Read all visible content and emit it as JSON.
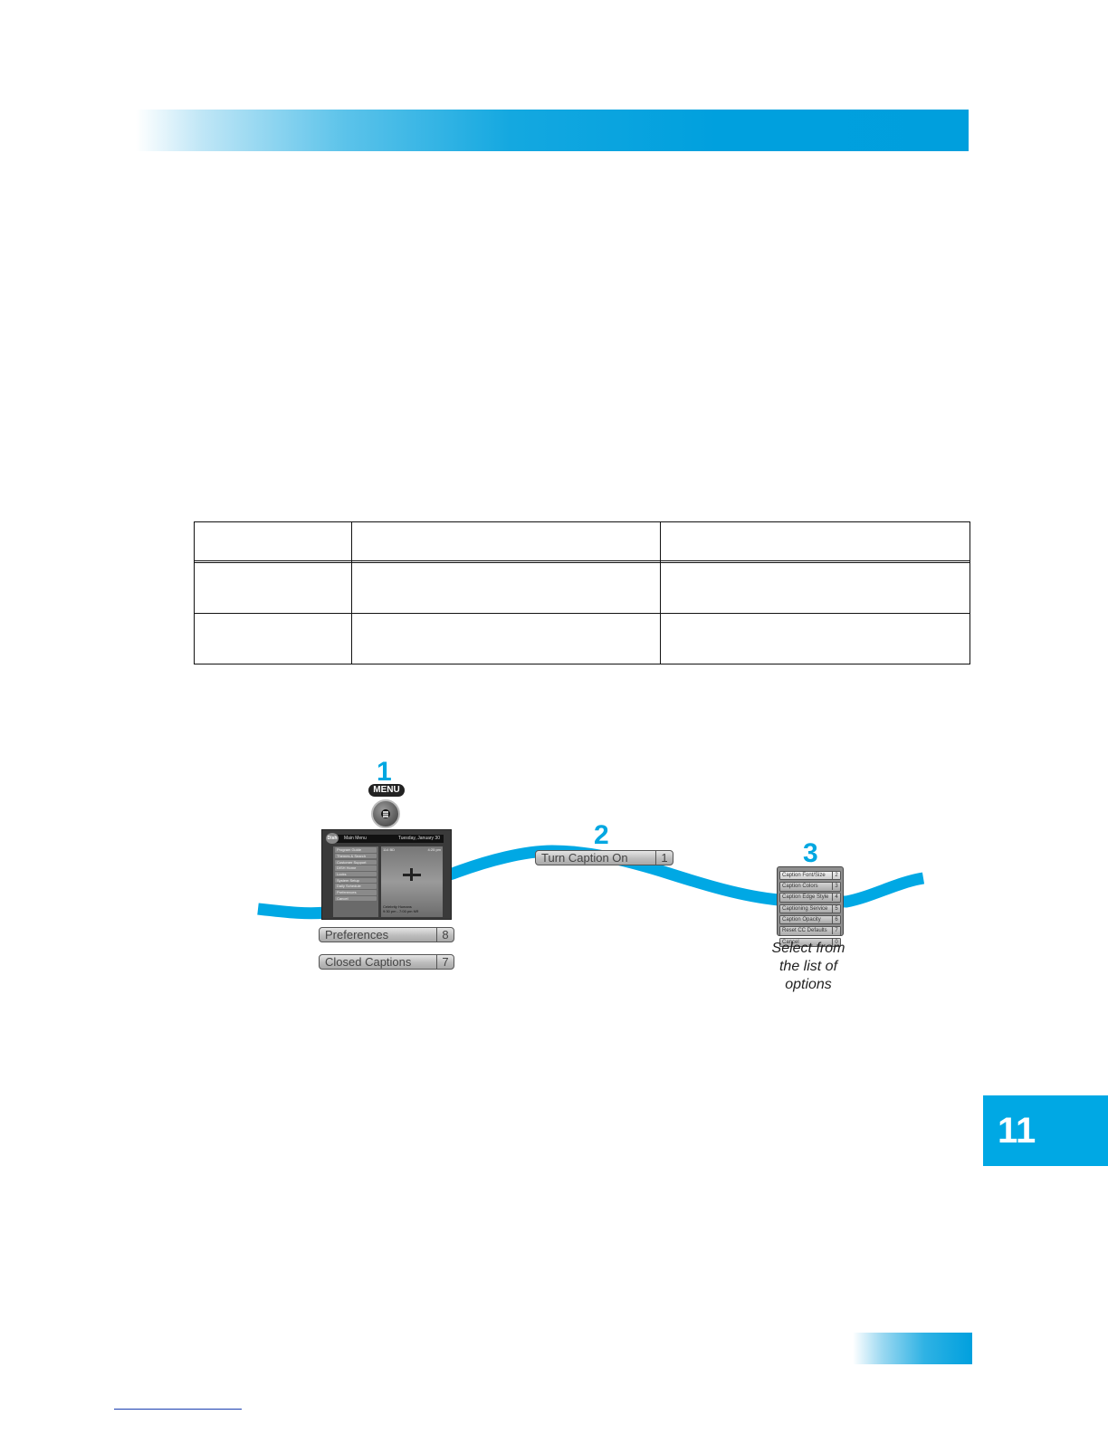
{
  "diagram": {
    "step1": {
      "number": "1",
      "menu_button_label": "MENU"
    },
    "main_menu_screen": {
      "title": "Main Menu",
      "date": "Tuesday, January 30",
      "logo": "Dish",
      "items": [
        "Program Guide",
        "Themes & Search",
        "Customer Support",
        "DISH Home",
        "Locks",
        "System Setup",
        "Daily Schedule",
        "Preferences",
        "Cancel"
      ],
      "channel": "114 BD",
      "time": "4:25 pm",
      "program": "Celebrity Humans",
      "program_time": "9:30 pm - 7:00 pm  NR"
    },
    "preferences_bar": {
      "label": "Preferences",
      "number": "8"
    },
    "closed_captions_bar": {
      "label": "Closed Captions",
      "number": "7"
    },
    "step2": {
      "number": "2",
      "bar_label": "Turn Caption On",
      "bar_number": "1"
    },
    "step3": {
      "number": "3",
      "options": [
        {
          "label": "Caption Font/Size",
          "number": "2"
        },
        {
          "label": "Caption Colors",
          "number": "3"
        },
        {
          "label": "Caption Edge Style",
          "number": "4"
        },
        {
          "label": "Captioning Service",
          "number": "5"
        },
        {
          "label": "Caption Opacity",
          "number": "6"
        },
        {
          "label": "Reset CC Defaults",
          "number": "7"
        },
        {
          "label": "Cancel",
          "number": "0"
        }
      ],
      "note_lines": [
        "Select from",
        "the list of",
        "options"
      ]
    },
    "colors": {
      "accent_blue": "#00a7e1",
      "ribbon_blue": "#00a8e4"
    }
  },
  "chapter_tab": "11"
}
